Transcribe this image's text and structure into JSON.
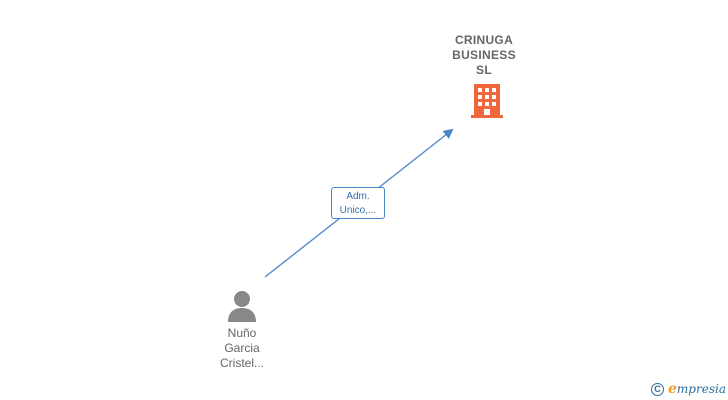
{
  "company": {
    "name": "CRINUGA\nBUSINESS\nSL",
    "icon": "building-icon"
  },
  "person": {
    "name": "Nuño\nGarcia\nCristel...",
    "icon": "person-icon"
  },
  "relation": {
    "label": "Adm.\nUnico,..."
  },
  "footer": {
    "copyright_symbol": "C",
    "brand_initial": "e",
    "brand_rest": "mpresia"
  },
  "colors": {
    "company_icon": "#f0673a",
    "person_icon": "#888888",
    "edge": "#4a86c8",
    "brand": "#2a6f9a",
    "brand_accent": "#f0a020"
  }
}
